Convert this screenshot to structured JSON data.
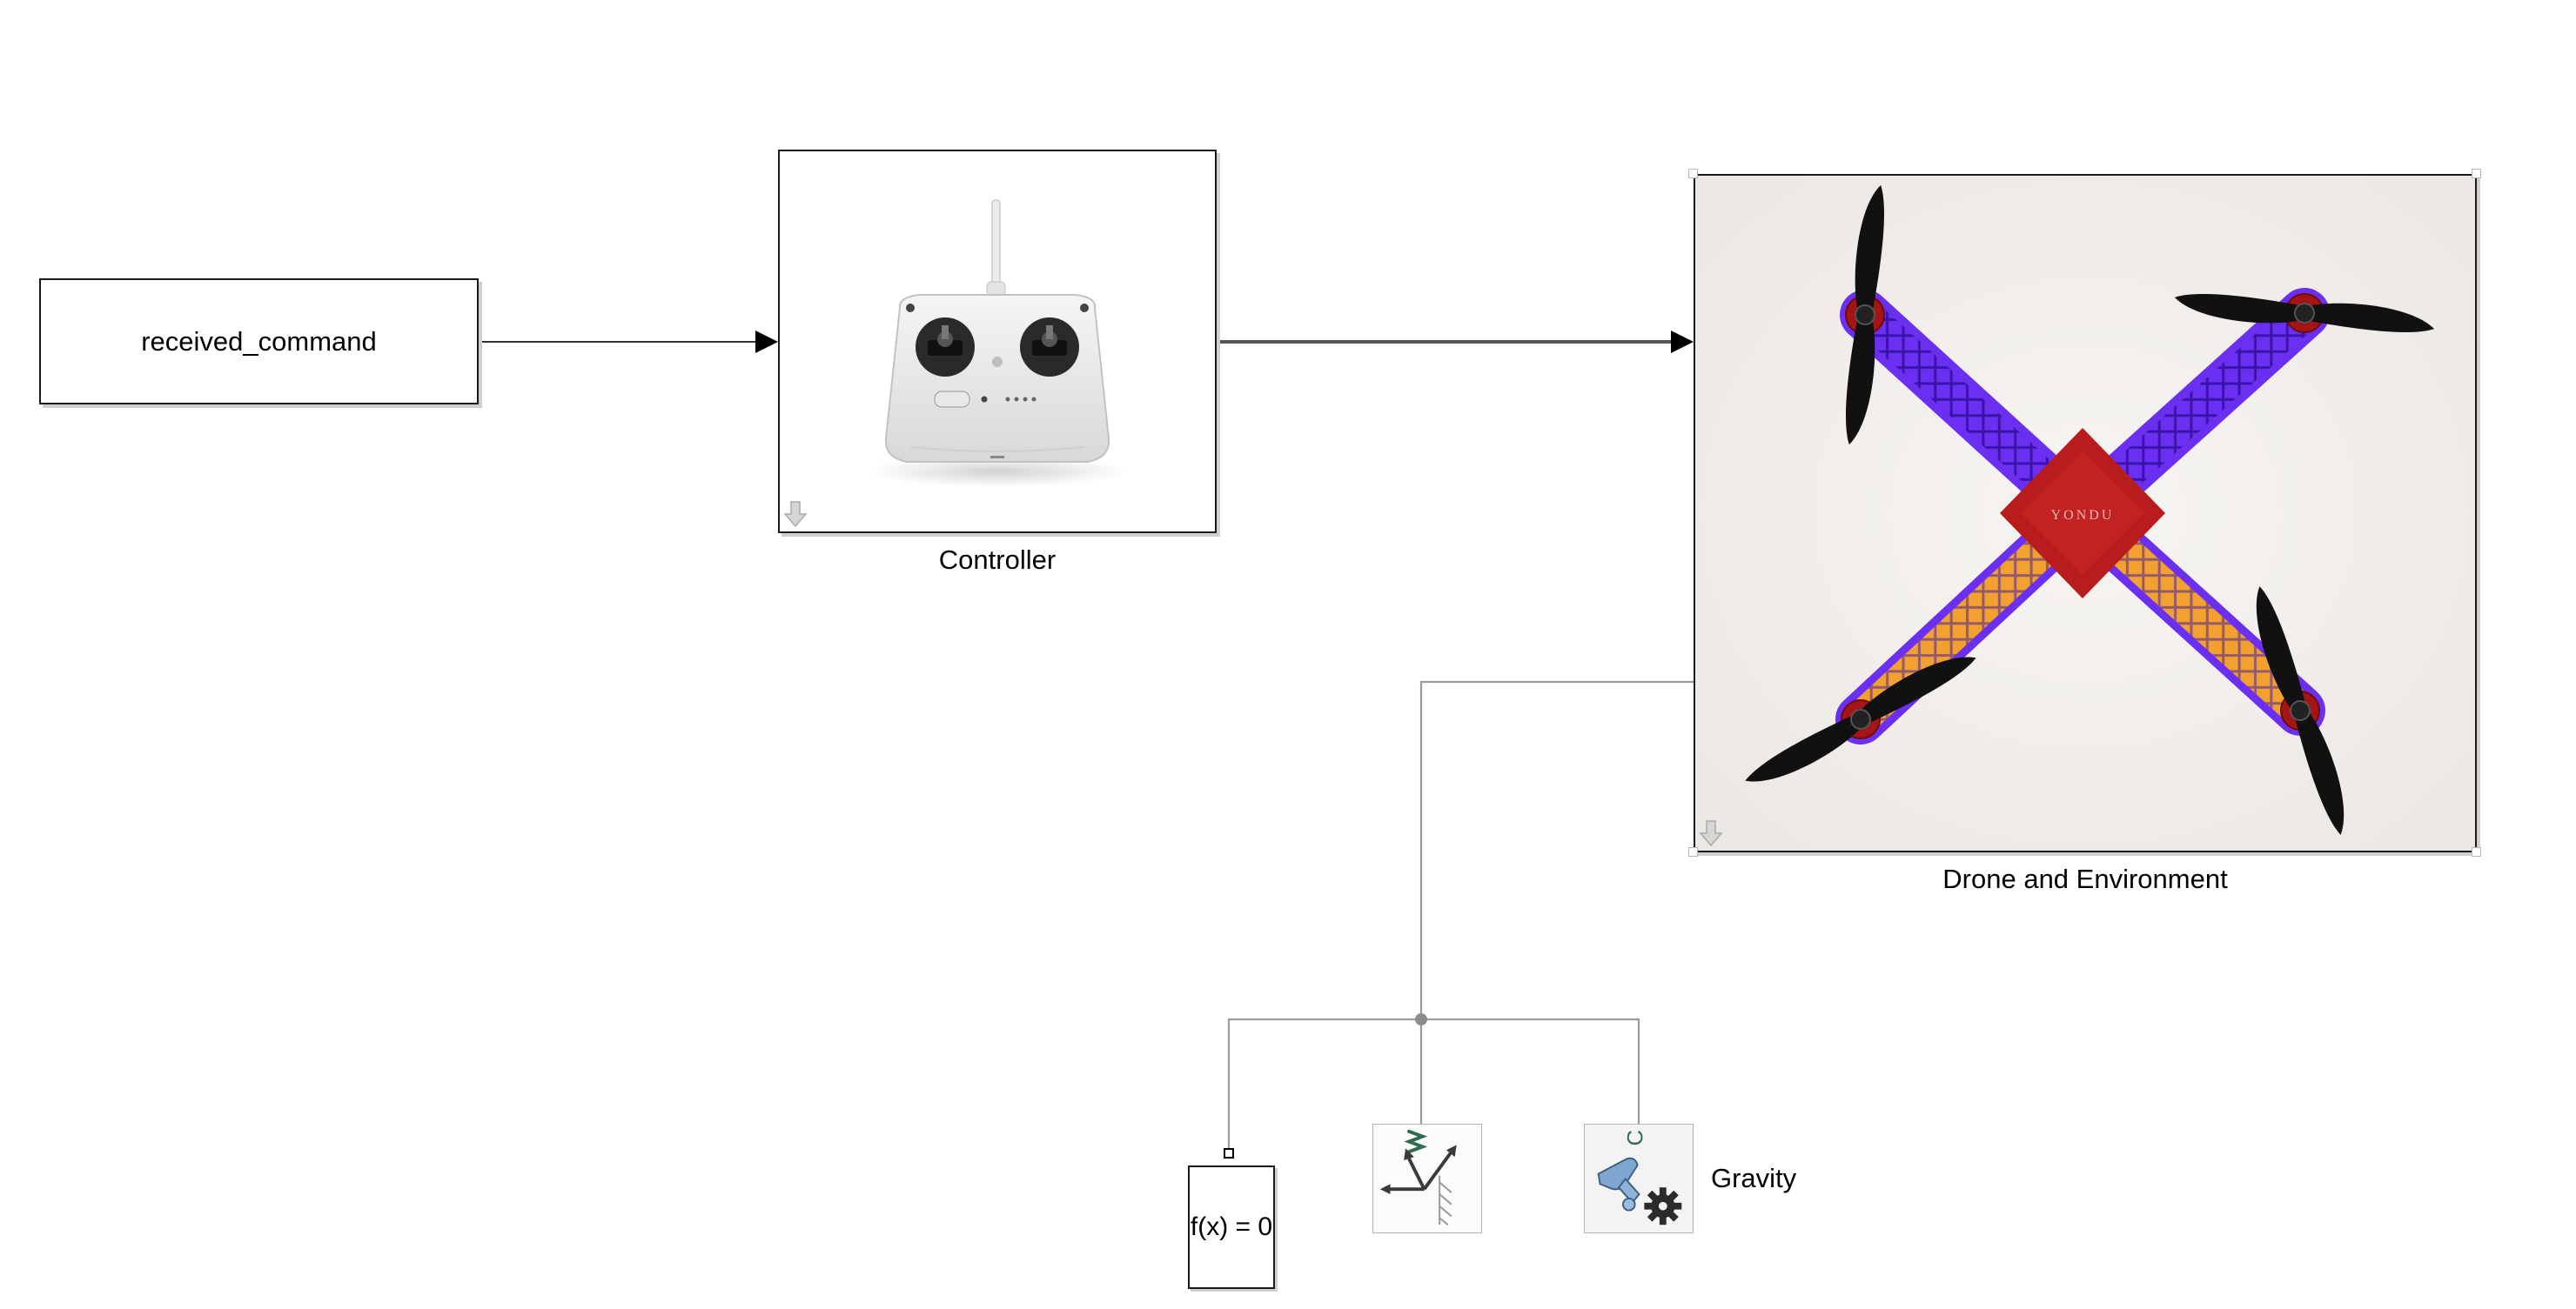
{
  "blocks": {
    "received_command": {
      "label": "received_command"
    },
    "controller": {
      "caption": "Controller",
      "image": "rc-transmitter-icon"
    },
    "drone": {
      "caption": "Drone and Environment",
      "image": "quadcopter-icon",
      "logo_text": "YONDU"
    },
    "solver": {
      "label": "f(x) = 0"
    },
    "world_frame": {
      "icon": "world-frame-icon"
    },
    "mechanism": {
      "caption": "Gravity",
      "icon": "mechanism-configuration-icon"
    }
  },
  "colors": {
    "line": "#9a9a9a",
    "signal": "#333333",
    "frame_purple": "#6b2ff2",
    "frame_orange": "#f2a030",
    "hub_red": "#b81c1c",
    "propeller": "#111111"
  }
}
